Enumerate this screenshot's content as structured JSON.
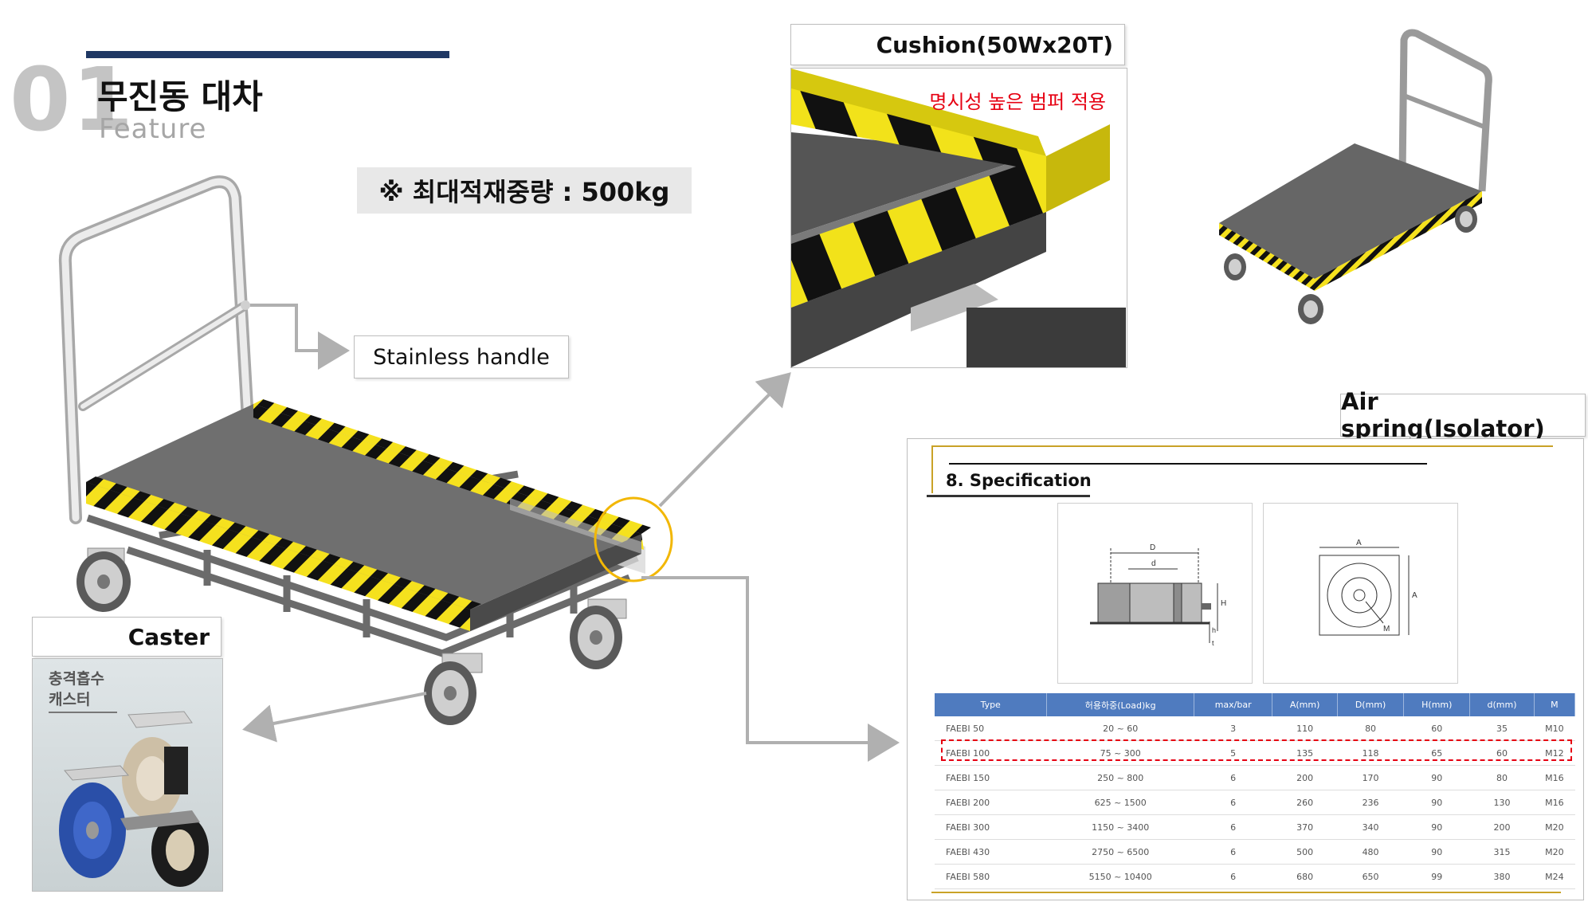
{
  "header": {
    "number": "01",
    "title": "무진동 대차",
    "subtitle": "Feature"
  },
  "max_load": "※ 최대적재중량 : 500kg",
  "labels": {
    "handle": "Stainless handle",
    "cushion": "Cushion(50Wx20T)",
    "cushion_note": "명시성 높은 범퍼 적용",
    "caster": "Caster",
    "caster_sub": [
      "충격흡수",
      "캐스터"
    ],
    "air_spring": "Air spring(Isolator)"
  },
  "spec": {
    "title": "8. Specification",
    "drawing_labels": {
      "D": "D",
      "d": "d",
      "H": "H",
      "h": "h",
      "t": "t",
      "A": "A",
      "M": "M"
    },
    "columns": [
      "Type",
      "허용하중(Load)kg",
      "max/bar",
      "A(mm)",
      "D(mm)",
      "H(mm)",
      "d(mm)",
      "M"
    ],
    "rows": [
      [
        "FAEBI 50",
        "20 ~ 60",
        "3",
        "110",
        "80",
        "60",
        "35",
        "M10"
      ],
      [
        "FAEBI 100",
        "75 ~ 300",
        "5",
        "135",
        "118",
        "65",
        "60",
        "M12"
      ],
      [
        "FAEBI 150",
        "250 ~ 800",
        "6",
        "200",
        "170",
        "90",
        "80",
        "M16"
      ],
      [
        "FAEBI 200",
        "625 ~ 1500",
        "6",
        "260",
        "236",
        "90",
        "130",
        "M16"
      ],
      [
        "FAEBI 300",
        "1150 ~ 3400",
        "6",
        "370",
        "340",
        "90",
        "200",
        "M20"
      ],
      [
        "FAEBI 430",
        "2750 ~ 6500",
        "6",
        "500",
        "480",
        "90",
        "315",
        "M20"
      ],
      [
        "FAEBI 580",
        "5150 ~ 10400",
        "6",
        "680",
        "650",
        "99",
        "380",
        "M24"
      ]
    ],
    "highlighted_row": "FAEBI 100"
  },
  "colors": {
    "header_bar": "#1f3864",
    "number_gray": "#c4c4c4",
    "accent_yellow": "#f5e11e",
    "highlight_circle": "#f2b705",
    "note_red": "#e60012",
    "table_header": "#4f7bbf"
  }
}
